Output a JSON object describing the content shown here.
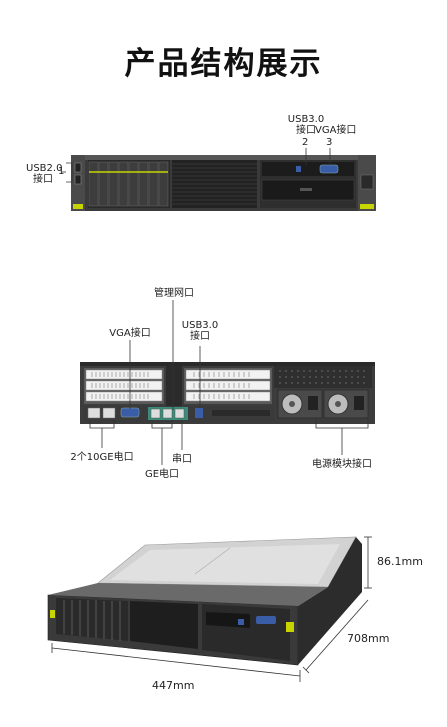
{
  "title": "产品结构展示",
  "front": {
    "usb2": {
      "line1": "USB2.0",
      "line2": "接口",
      "number": "1"
    },
    "usb3": {
      "line1": "USB3.0",
      "line2": "接口",
      "number": "2"
    },
    "vga": {
      "line1": "VGA接口",
      "number": "3"
    }
  },
  "rear": {
    "mgmt": "管理网口",
    "vga": "VGA接口",
    "usb3": {
      "line1": "USB3.0",
      "line2": "接口"
    },
    "ten_ge": "2个10GE电口",
    "ge": "GE电口",
    "serial": "串口",
    "psu": "电源模块接口"
  },
  "dimensions": {
    "height": "86.1mm",
    "depth": "708mm",
    "width": "447mm"
  },
  "colors": {
    "chassis": "#3c3c3c",
    "dark": "#1e1e1e",
    "accent_green": "#c8d400",
    "vga_blue": "#3a5da8",
    "silver": "#c9c9c9"
  }
}
